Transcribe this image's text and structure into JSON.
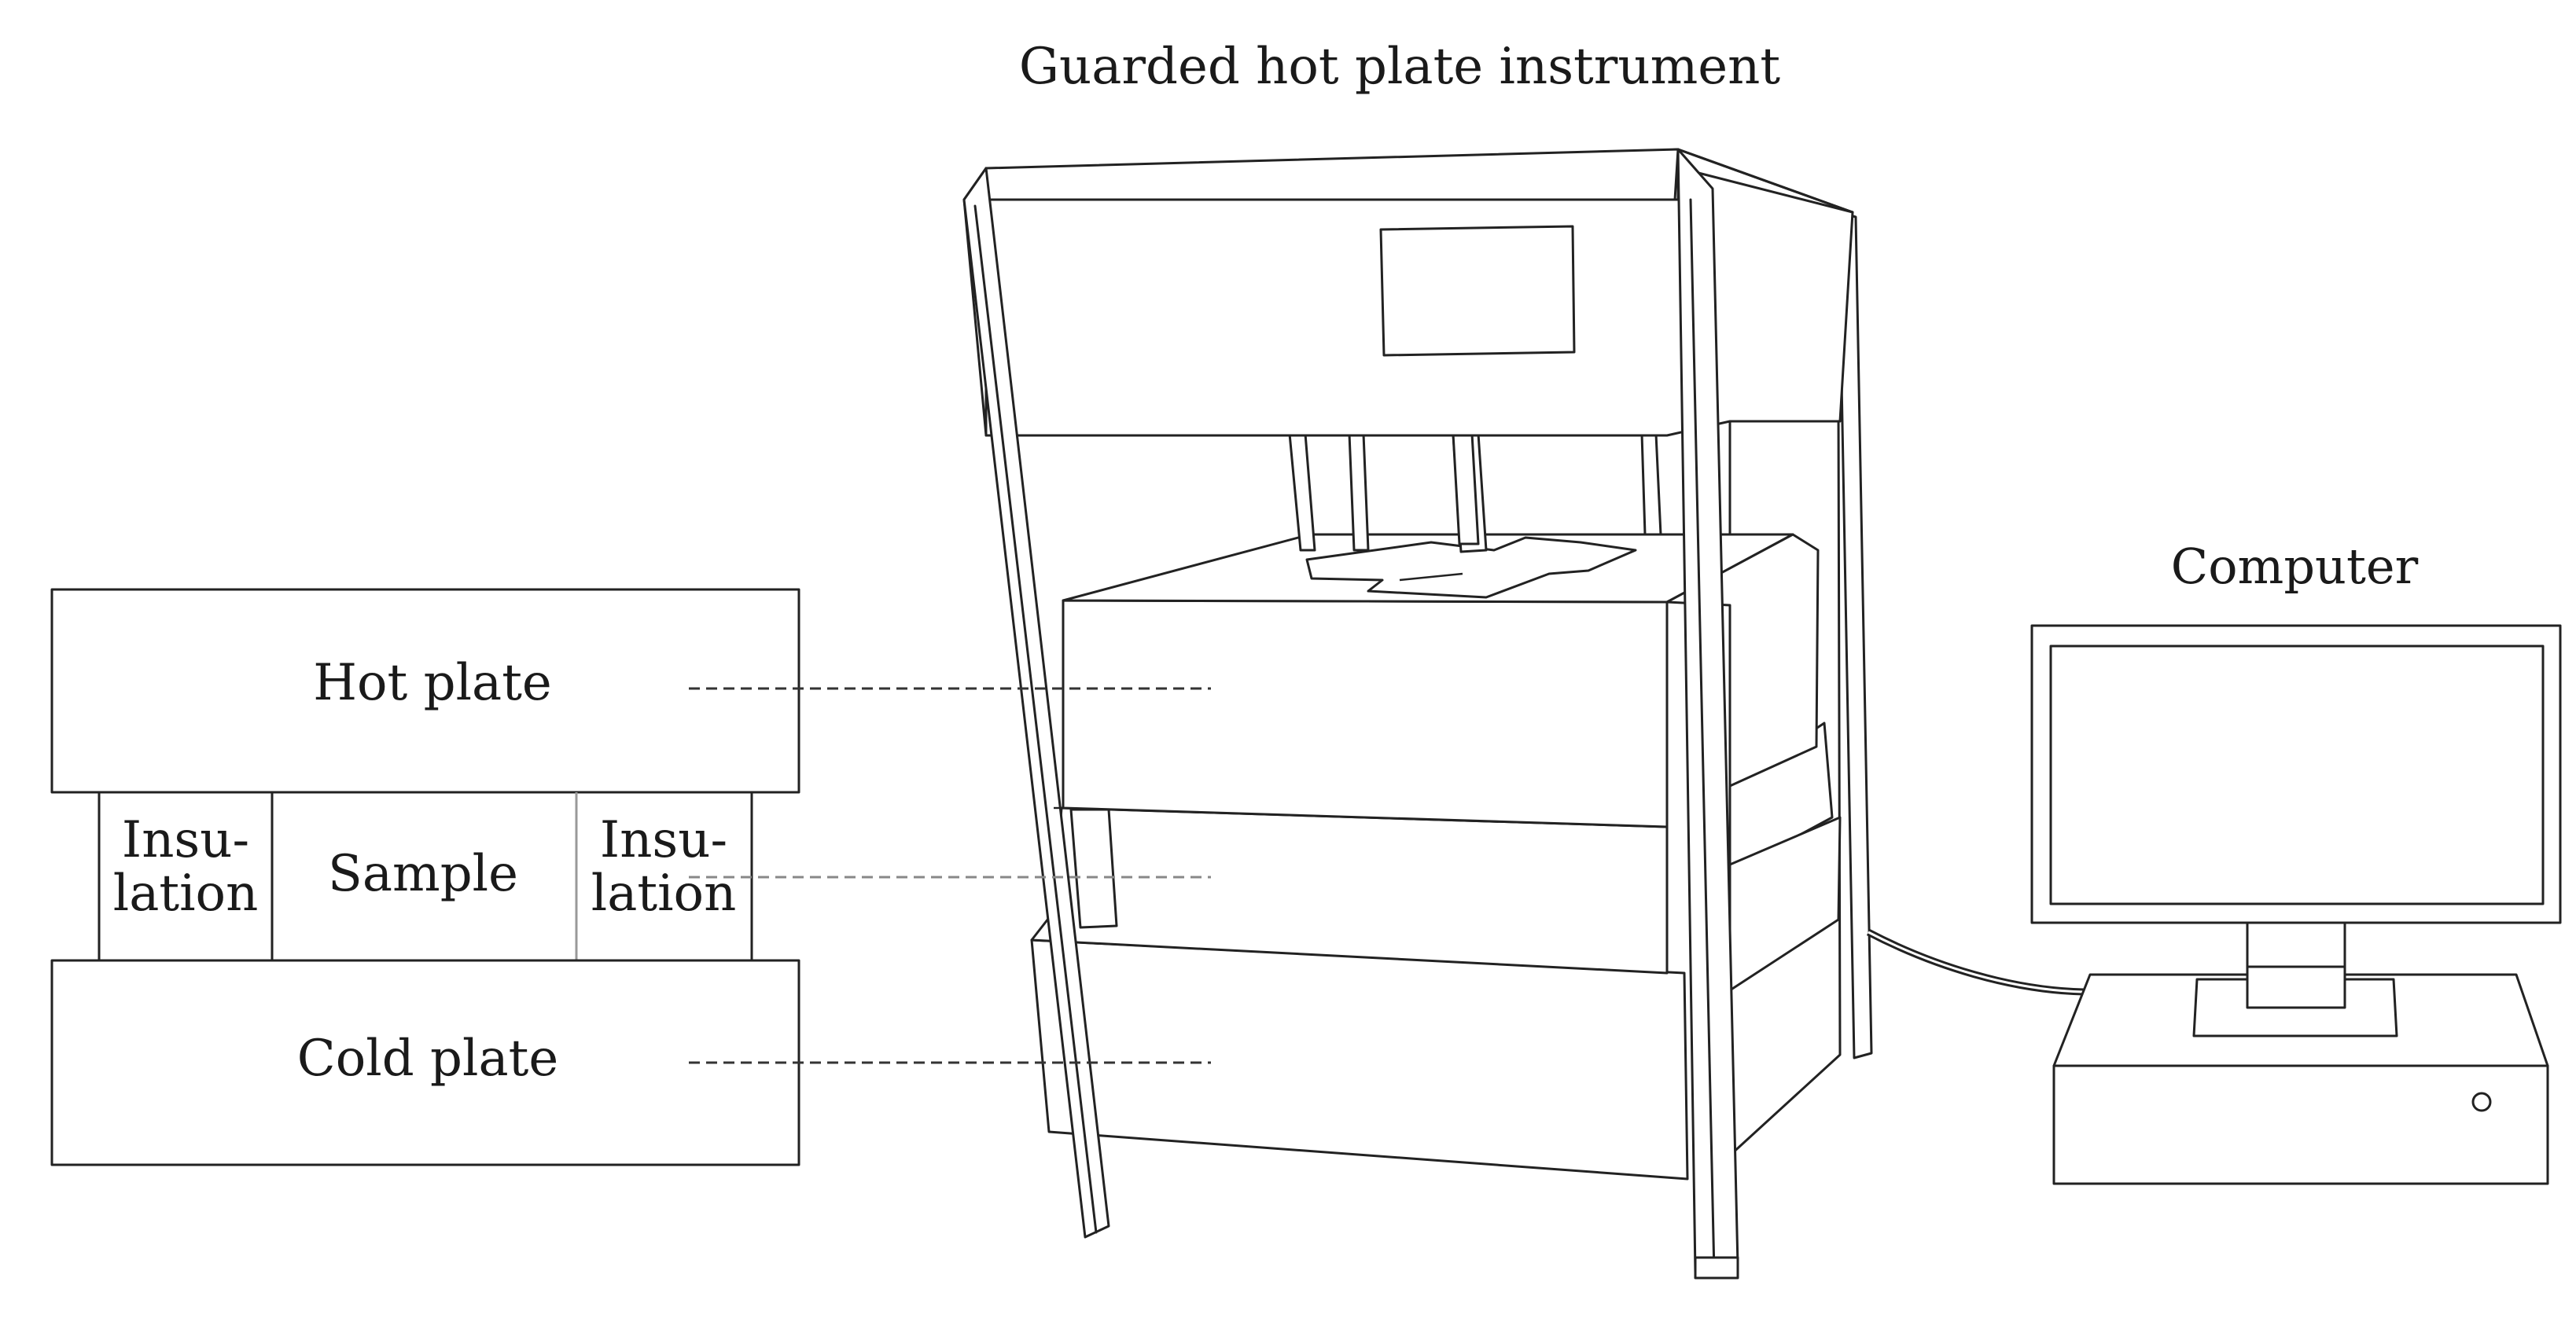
{
  "titles": {
    "instrument": "Guarded hot plate instrument",
    "computer": "Computer"
  },
  "stack": {
    "hot_plate": "Hot plate",
    "cold_plate": "Cold plate",
    "sample": "Sample",
    "insulation_left": [
      "Insu-",
      "lation"
    ],
    "insulation_right": [
      "Insu-",
      "lation"
    ]
  },
  "colors": {
    "line": "#222222",
    "background": "#ffffff",
    "leader_grey": "#888888"
  },
  "icons": {
    "instrument": "guarded-hot-plate-apparatus-drawing",
    "computer": "desktop-computer-icon",
    "power_button": "power-button-icon"
  }
}
